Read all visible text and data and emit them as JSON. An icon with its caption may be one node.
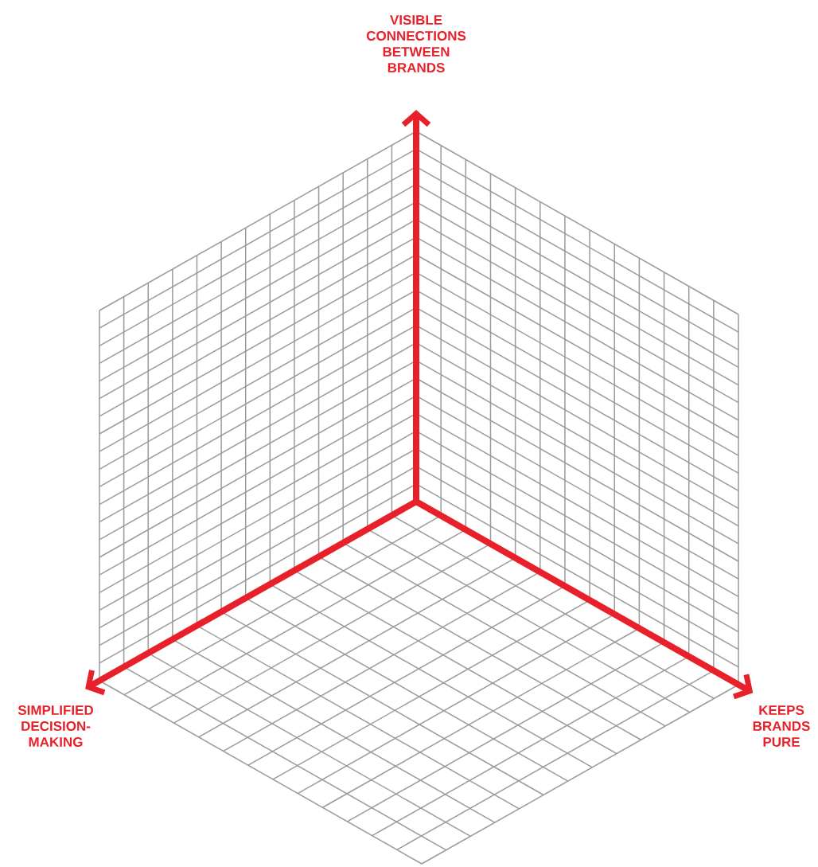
{
  "diagram": {
    "labels": [
      "VISIBLE CONNECTIONS BETWEEN BRANDS",
      "SIMPLIFIED DECISION-MAKING",
      "KEEPS BRANDS PURE"
    ]
  }
}
